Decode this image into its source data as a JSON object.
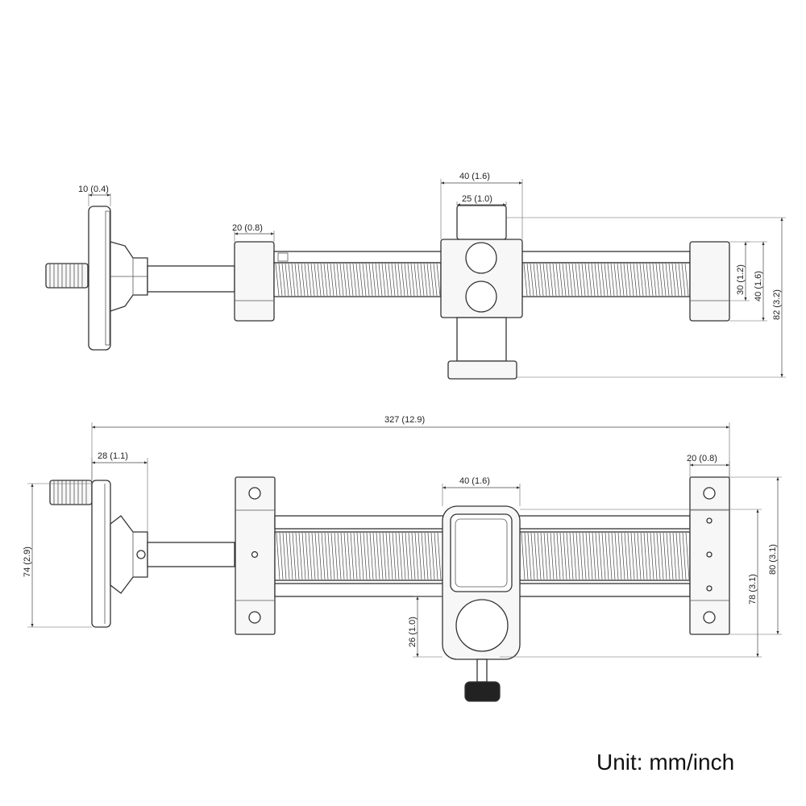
{
  "unit_label": "Unit: mm/inch",
  "dimensions": {
    "d10": "10  (0.4)",
    "d20_top": "20  (0.8)",
    "d40_top": "40  (1.6)",
    "d25": "25  (1.0)",
    "d30": "30  (1.2)",
    "d40_side": "40  (1.6)",
    "d82": "82  (3.2)",
    "d327": "327  (12.9)",
    "d28": "28  (1.1)",
    "d40_bottom": "40  (1.6)",
    "d20_bottom": "20  (0.8)",
    "d74": "74  (2.9)",
    "d78": "78  (3.1)",
    "d80": "80  (3.1)",
    "d26": "26  (1.0)"
  }
}
